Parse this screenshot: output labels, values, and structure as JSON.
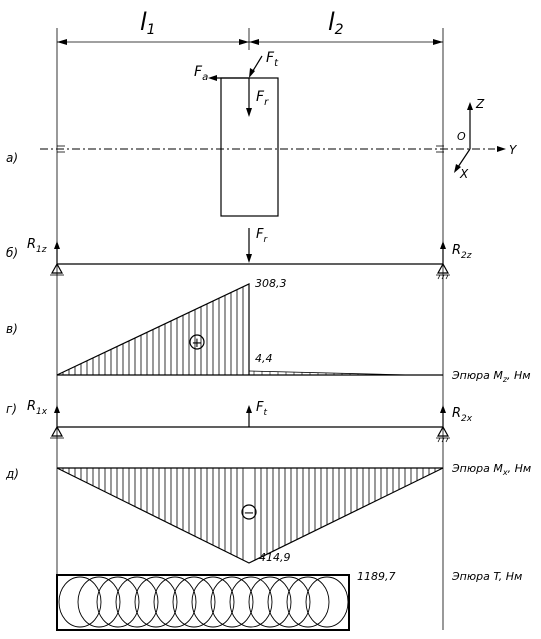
{
  "dimensions": {
    "l1": "l",
    "l1_sub": "1",
    "l2": "l",
    "l2_sub": "2"
  },
  "forces": {
    "ft": "F",
    "ft_sub": "t",
    "fa": "F",
    "fa_sub": "a",
    "fr": "F",
    "fr_sub": "r"
  },
  "axes": {
    "z": "Z",
    "o": "O",
    "y": "Y",
    "x": "X"
  },
  "rows": {
    "a": "а)",
    "b": "б)",
    "v": "в)",
    "g": "г)",
    "d": "д)"
  },
  "reactions": {
    "r1z": "R",
    "r1z_sub": "1z",
    "r2z": "R",
    "r2z_sub": "2z",
    "r1x": "R",
    "r1x_sub": "1x",
    "r2x": "R",
    "r2x_sub": "2x"
  },
  "plots": {
    "mz_label": "Эпюра M",
    "mz_sub": "z",
    "mz_unit": ", Нм",
    "mz_peak": "308,3",
    "mz_right": "4,4",
    "mz_sign": "+",
    "mx_label": "Эпюра M",
    "mx_sub": "x",
    "mx_unit": ", Нм",
    "mx_peak": "414,9",
    "mx_sign": "−",
    "t_label": "Эпюра T, Нм",
    "t_value": "1189,7"
  }
}
